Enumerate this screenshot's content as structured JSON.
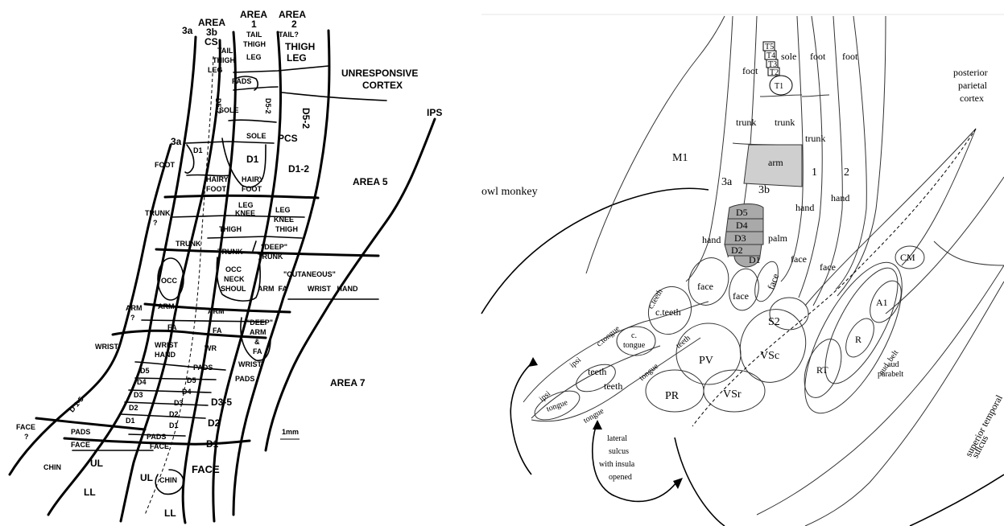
{
  "left_panel": {
    "areas": {
      "a3a": "3a",
      "a3b_top": "AREA",
      "a3b_num": "3b",
      "cs": "CS",
      "a1_top": "AREA",
      "a1_num": "1",
      "a2_top": "AREA",
      "a2_num": "2",
      "area5": "AREA 5",
      "area7": "AREA 7",
      "ips": "IPS",
      "pcs": "PCS",
      "unresponsive_1": "UNRESPONSIVE",
      "unresponsive_2": "CORTEX",
      "scale": "1mm",
      "a3a_mid": "3a"
    },
    "labels": {
      "tail": "TAIL",
      "thigh": "THIGH",
      "leg": "LEG",
      "tail_a1": "TAIL",
      "thigh_a1": "THIGH",
      "leg_a1": "LEG",
      "tail_q": "TAIL?",
      "thigh_leg_1": "THIGH",
      "thigh_leg_2": "LEG",
      "pads_top": "PADS",
      "d5_2_a": "D5-2",
      "d5_2_b": "D5-2",
      "d5_2_c": "D5-2",
      "sole_1": "SOLE",
      "sole_2": "SOLE",
      "d1_a": "D1",
      "d1_b": "D1",
      "d1_2": "D1-2",
      "hairy_1a": "HAIRY",
      "hairy_1b": "FOOT",
      "hairy_2a": "HAIRY",
      "hairy_2b": "FOOT",
      "foot": "FOOT",
      "trunk_q_1": "TRUNK",
      "trunk_q_2": "?",
      "leg_knee_1a": "LEG",
      "leg_knee_1b": "KNEE",
      "leg_knee_2a": "LEG",
      "leg_knee_2b": "KNEE",
      "thigh_a": "THIGH",
      "thigh_b": "THIGH",
      "trunk_1": "TRUNK",
      "trunk_2": "TRUNK",
      "deep_trunk_1": "\"DEEP\"",
      "deep_trunk_2": "TRUNK",
      "occ": "OCC",
      "occ_neck_1": "OCC",
      "occ_neck_2": "NECK",
      "occ_neck_3": "SHOUL",
      "cutaneous": "\"CUTANEOUS\"",
      "arm_fa": "ARM  FA",
      "wrist_hand": "WRIST   HAND",
      "arm_q_1": "ARM",
      "arm_q_2": "?",
      "arm_1": "ARM",
      "arm_2": "ARM",
      "fa_1": "FA",
      "fa_2": "FA",
      "deep_arm_1": "\"DEEP\"",
      "deep_arm_2": "ARM",
      "deep_arm_3": "&",
      "deep_arm_4": "FA",
      "wrist": "WRIST",
      "wrist_hand_2a": "WRIST",
      "wrist_hand_2b": "HAND",
      "wr": "WR",
      "wrist_2": "WRIST",
      "pads_2": "PADS",
      "pads_3": "PADS",
      "d5_a": "D5",
      "d4_a": "D4",
      "d3_a": "D3",
      "d2_a": "D2",
      "d1_c": "D1",
      "d5_b": "D5",
      "d4_b": "D4",
      "d3_b": "D3",
      "d2_b": "D2",
      "d1_d": "D1",
      "d3_5": "D3-5",
      "d2_c": "D2",
      "d1_e": "D1",
      "d1_5": "D 1-5",
      "pads_4": "PADS",
      "pads_5": "PADS",
      "face_q_1": "FACE",
      "face_q_2": "?",
      "face_1": "FACE",
      "face_2": "FACE",
      "face_3": "FACE",
      "chin_1": "CHIN",
      "chin_2": "CHIN",
      "ul_1": "UL",
      "ul_2": "UL",
      "ll_1": "LL",
      "ll_2": "LL"
    }
  },
  "right_panel": {
    "species": "owl monkey",
    "m1": "M1",
    "a3a": "3a",
    "a3b": "3b",
    "a1": "1",
    "a2": "2",
    "posterior_1": "posterior",
    "posterior_2": "parietal",
    "posterior_3": "cortex",
    "foot_1": "foot",
    "foot_2": "foot",
    "foot_3": "foot",
    "sole": "sole",
    "t5": "T5",
    "t4": "T4",
    "t3": "T3",
    "t2": "T2",
    "t1": "T1",
    "trunk_1": "trunk",
    "trunk_2": "trunk",
    "trunk_3": "trunk",
    "arm": "arm",
    "hand_1": "hand",
    "hand_2": "hand",
    "hand_3": "hand",
    "palm": "palm",
    "digits": [
      "D5",
      "D4",
      "D3",
      "D2",
      "D1"
    ],
    "face_1": "face",
    "face_2": "face",
    "face_3": "face",
    "face_4": "face",
    "face_5": "face",
    "c_teeth_1": "c.teeth",
    "c_teeth_2": "c.teeth",
    "c_tongue_1": "c.tongue",
    "c_tongue_2a": "c.",
    "c_tongue_2b": "tongue",
    "teeth_1": "teeth",
    "teeth_2": "teeth",
    "teeth_3": "teeth",
    "tongue_1": "tongue",
    "tongue_2": "tongue",
    "tongue_3": "tongue",
    "ipsi_1": "ipsi",
    "ipsi_2": "ipsi",
    "s2": "S2",
    "pv": "PV",
    "vsc": "VSc",
    "pr": "PR",
    "vsr": "VSr",
    "cm": "CM",
    "a1_aud": "A1",
    "r": "R",
    "rt": "RT",
    "aud_belt": "aud  belt",
    "aud_parabelt_1": "aud",
    "aud_parabelt_2": "parabelt",
    "lateral_1": "lateral",
    "lateral_2": "sulcus",
    "lateral_3": "with insula",
    "lateral_4": "opened",
    "sts_1": "superior temporal",
    "sts_2": "sulcus"
  },
  "colors": {
    "digit_fill": "#a9a9a9",
    "arm_fill": "#cfcfcf",
    "line": "#000000"
  }
}
